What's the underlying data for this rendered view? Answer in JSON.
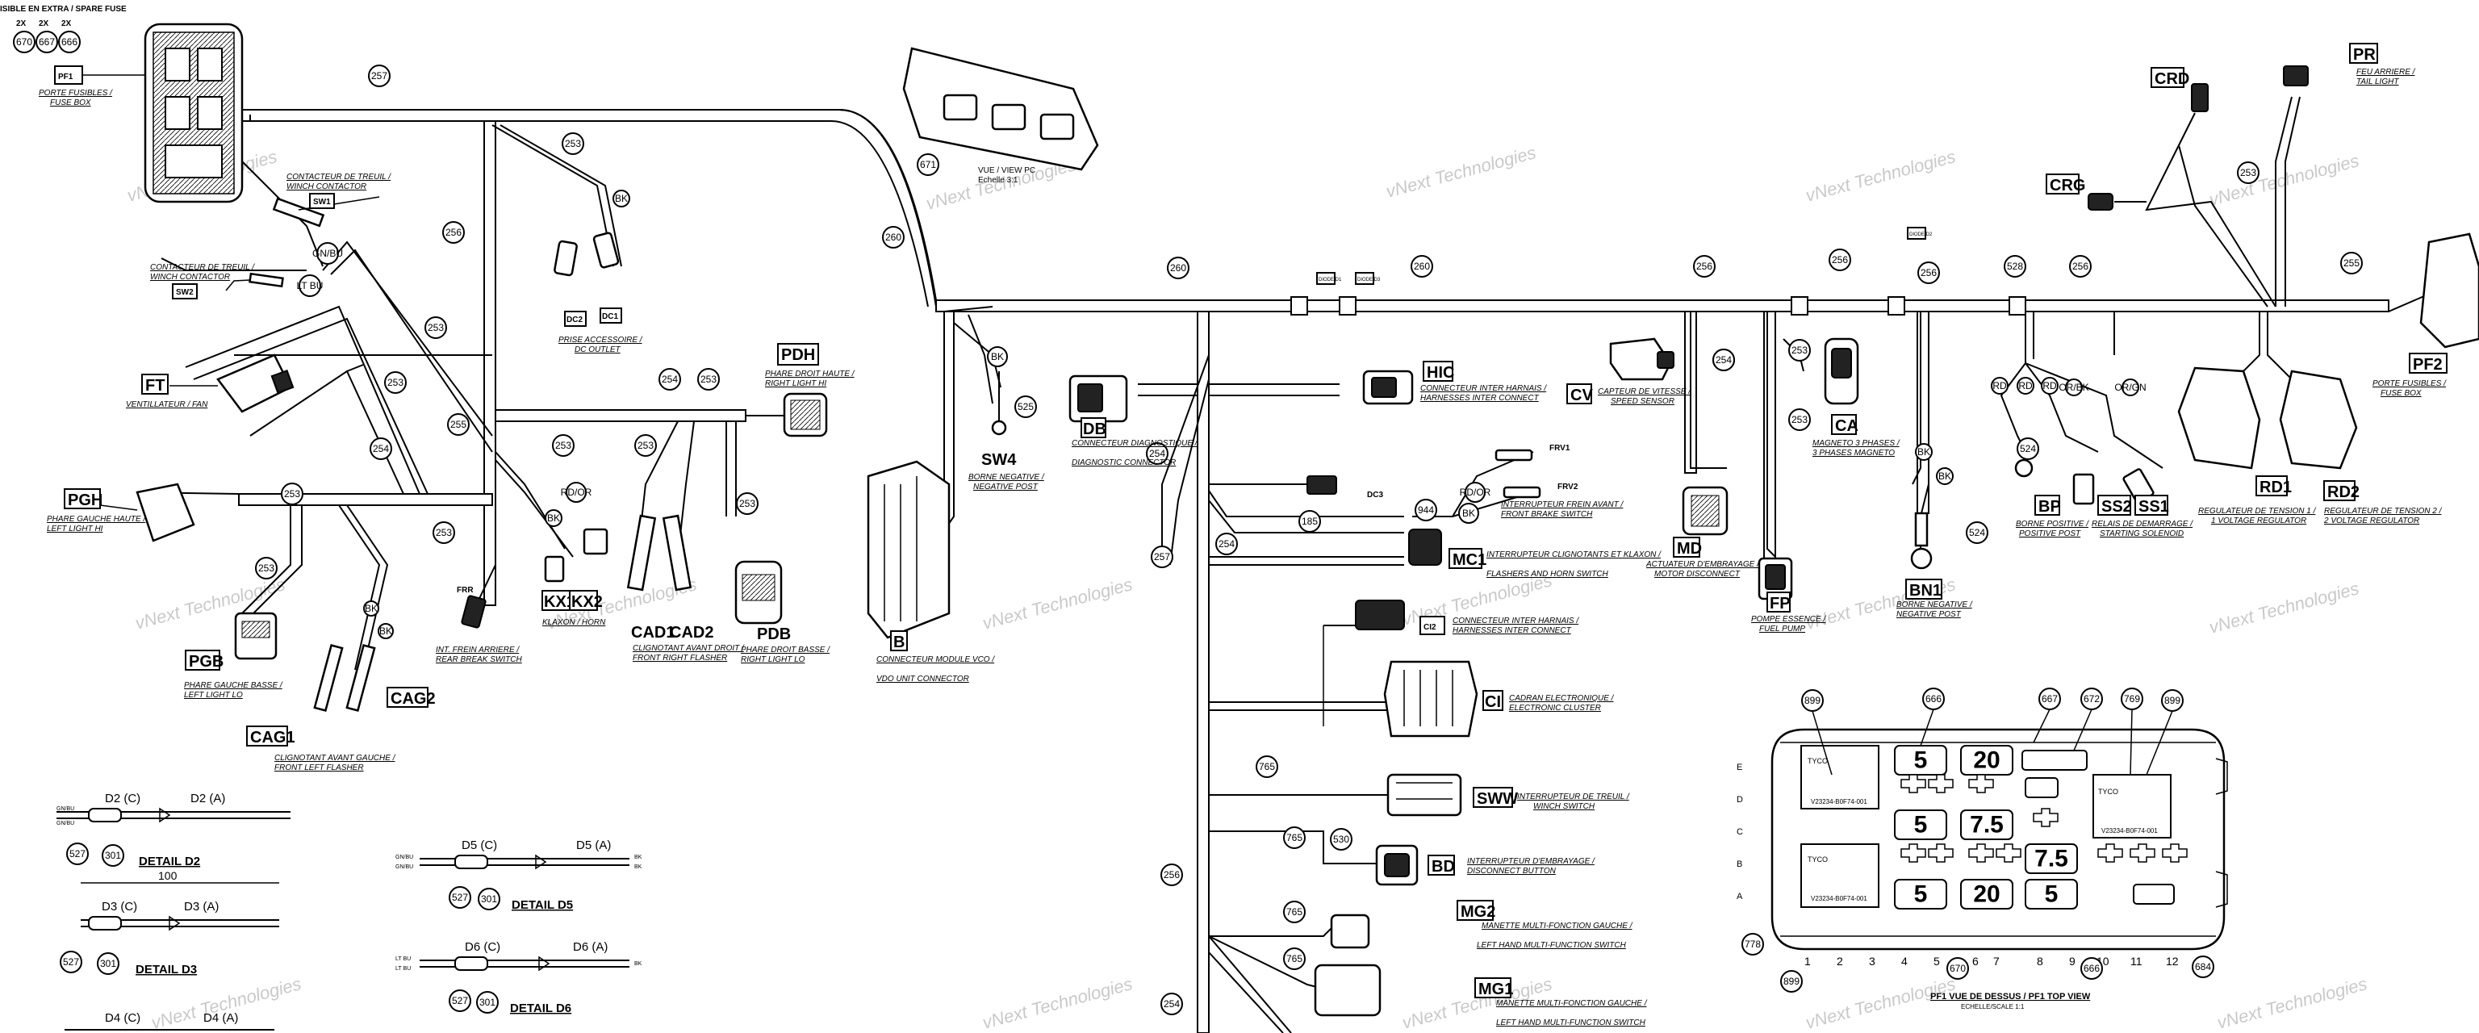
{
  "colors": {
    "line": "#000000",
    "watermark": "#c9c9c9",
    "background": "#ffffff"
  },
  "top_left": {
    "spare_note": "ISIBLE EN EXTRA / SPARE FUSE",
    "qty": [
      "2X",
      "2X",
      "2X"
    ],
    "refs": [
      "670",
      "667",
      "666"
    ]
  },
  "watermark": {
    "text": "vNext Technologies"
  },
  "splices": [
    "257",
    "253",
    "256",
    "253",
    "253",
    "253",
    "254",
    "253",
    "255",
    "253",
    "254",
    "253",
    "253",
    "253",
    "253",
    "260",
    "260",
    "260",
    "256",
    "256",
    "256",
    "528",
    "256",
    "255",
    "253",
    "254",
    "253",
    "257",
    "254",
    "254",
    "185",
    "944",
    "765",
    "765",
    "530",
    "765",
    "765",
    "256",
    "254",
    "253",
    "254",
    "525",
    "524",
    "524",
    "671"
  ],
  "wire_colors": [
    "BK",
    "BK",
    "BK",
    "BK",
    "RD",
    "RD",
    "RD",
    "GN/BU",
    "LT BU",
    "RD/OR",
    "BK",
    "RD/OR",
    "BK",
    "OR/BK",
    "OR/GN",
    "BK",
    "BK"
  ],
  "diodes": {
    "d1": "DIODE D1",
    "d3": "DIODE D3",
    "d2": "DIODE D2"
  },
  "components": [
    {
      "code": "PF1",
      "fr": "PORTE FUSIBLES /",
      "en": "FUSE BOX"
    },
    {
      "code": "SW1",
      "fr": "CONTACTEUR DE TREUIL /",
      "en": "WINCH CONTACTOR"
    },
    {
      "code": "SW2",
      "fr": "CONTACTEUR DE TREUIL /",
      "en": "WINCH CONTACTOR"
    },
    {
      "code": "FT",
      "fr": "",
      "en": "VENTILLATEUR / FAN"
    },
    {
      "code": "PGH",
      "fr": "PHARE GAUCHE HAUTE /",
      "en": "LEFT LIGHT HI"
    },
    {
      "code": "PGB",
      "fr": "PHARE GAUCHE BASSE /",
      "en": "LEFT LIGHT LO"
    },
    {
      "code": "CAG1",
      "fr": "CLIGNOTANT AVANT GAUCHE /",
      "en": "FRONT LEFT FLASHER"
    },
    {
      "code": "CAG2",
      "fr": "",
      "en": ""
    },
    {
      "code": "DC2",
      "fr": "",
      "en": ""
    },
    {
      "code": "DC1",
      "fr": "PRISE ACCESSOIRE /",
      "en": "DC OUTLET"
    },
    {
      "code": "FRR",
      "fr": "INT. FREIN ARRIERE /",
      "en": "REAR BREAK SWITCH"
    },
    {
      "code": "KX1",
      "fr": "",
      "en": ""
    },
    {
      "code": "KX2",
      "fr": "KLAXON / HORN",
      "en": ""
    },
    {
      "code": "CAD1",
      "fr": "",
      "en": ""
    },
    {
      "code": "CAD2",
      "fr": "CLIGNOTANT AVANT DROIT /",
      "en": "FRONT RIGHT FLASHER"
    },
    {
      "code": "PDH",
      "fr": "PHARE DROIT HAUTE /",
      "en": "RIGHT LIGHT HI"
    },
    {
      "code": "PDB",
      "fr": "PHARE DROIT BASSE /",
      "en": "RIGHT LIGHT LO"
    },
    {
      "code": "SW4",
      "fr": "BORNE NEGATIVE /",
      "en": "NEGATIVE POST"
    },
    {
      "code": "B",
      "fr": "CONNECTEUR MODULE VCO /",
      "en": "VDO UNIT CONNECTOR"
    },
    {
      "code": "DB",
      "fr": "CONNECTEUR DIAGNOSTIQUE /",
      "en": "DIAGNOSTIC CONNECTOR"
    },
    {
      "code": "HIC",
      "fr": "CONNECTEUR INTER HARNAIS /",
      "en": "HARNESSES INTER CONNECT"
    },
    {
      "code": "DC3",
      "fr": "",
      "en": ""
    },
    {
      "code": "FRV1",
      "fr": "",
      "en": ""
    },
    {
      "code": "FRV2",
      "fr": "INTERRUPTEUR FREIN AVANT /",
      "en": "FRONT BRAKE SWITCH"
    },
    {
      "code": "MC1",
      "fr": "INTERRUPTEUR CLIGNOTANTS ET KLAXON /",
      "en": "FLASHERS AND HORN SWITCH"
    },
    {
      "code": "CI2",
      "fr": "CONNECTEUR INTER HARNAIS /",
      "en": "HARNESSES INTER CONNECT"
    },
    {
      "code": "CI",
      "fr": "CADRAN ELECTRONIQUE /",
      "en": "ELECTRONIC CLUSTER"
    },
    {
      "code": "SWW",
      "fr": "INTERRUPTEUR DE TREUIL /",
      "en": "WINCH SWITCH"
    },
    {
      "code": "BD",
      "fr": "INTERRUPTEUR D'EMBRAYAGE /",
      "en": "DISCONNECT BUTTON"
    },
    {
      "code": "MG2",
      "fr": "MANETTE MULTI-FONCTION GAUCHE /",
      "en": "LEFT HAND MULTI-FUNCTION SWITCH"
    },
    {
      "code": "MG1",
      "fr": "MANETTE MULTI-FONCTION GAUCHE /",
      "en": "LEFT HAND MULTI-FUNCTION SWITCH"
    },
    {
      "code": "CV",
      "fr": "CAPTEUR DE VITESSE /",
      "en": "SPEED SENSOR"
    },
    {
      "code": "MD",
      "fr": "ACTUATEUR D'EMBRAYAGE /",
      "en": "MOTOR DISCONNECT"
    },
    {
      "code": "FP",
      "fr": "POMPE ESSENCE /",
      "en": "FUEL PUMP"
    },
    {
      "code": "CA",
      "fr": "MAGNETO 3 PHASES /",
      "en": "3 PHASES MAGNETO"
    },
    {
      "code": "BN1",
      "fr": "BORNE NEGATIVE /",
      "en": "NEGATIVE POST"
    },
    {
      "code": "BP",
      "fr": "BORNE POSITIVE /",
      "en": "POSITIVE POST"
    },
    {
      "code": "SS2",
      "fr": "RELAIS DE DEMARRAGE /",
      "en": "STARTING SOLENOID"
    },
    {
      "code": "SS1",
      "fr": "",
      "en": ""
    },
    {
      "code": "CRD",
      "fr": "",
      "en": ""
    },
    {
      "code": "CRG",
      "fr": "",
      "en": ""
    },
    {
      "code": "PR",
      "fr": "FEU ARRIERE /",
      "en": "TAIL LIGHT"
    },
    {
      "code": "PF2",
      "fr": "PORTE FUSIBLES /",
      "en": "FUSE BOX"
    },
    {
      "code": "RD1",
      "fr": "REGULATEUR DE TENSION 1 /",
      "en": "1 VOLTAGE REGULATOR"
    },
    {
      "code": "RD2",
      "fr": "REGULATEUR DE TENSION 2 /",
      "en": "2 VOLTAGE REGULATOR"
    }
  ],
  "view_note": {
    "l1": "VUE / VIEW PC",
    "l2": "Echelle 3:1"
  },
  "details": [
    {
      "title": "DETAIL D2",
      "left": "D2 (C)",
      "right": "D2 (A)",
      "refs": [
        "527",
        "301"
      ],
      "wires_l": [
        "GN/BU",
        "GN/BU"
      ],
      "wires_r": []
    },
    {
      "title": "DETAIL D3",
      "left": "D3 (C)",
      "right": "D3 (A)",
      "refs": [
        "527",
        "301"
      ],
      "dim": "100",
      "wires_l": [],
      "wires_r": []
    },
    {
      "title": "DETAIL D5",
      "left": "D5 (C)",
      "right": "D5 (A)",
      "refs": [
        "527",
        "301"
      ],
      "wires_l": [
        "GN/BU",
        "GN/BU"
      ],
      "wires_r": [
        "BK",
        "BK"
      ]
    },
    {
      "title": "DETAIL D6",
      "left": "D6 (C)",
      "right": "D6 (A)",
      "refs": [
        "527",
        "301"
      ],
      "wires_l": [
        "LT BU",
        "LT BU"
      ],
      "wires_r": [
        "BK"
      ]
    },
    {
      "title": "",
      "left": "D4 (C)",
      "right": "D4 (A)",
      "refs": [],
      "wires_l": [],
      "wires_r": []
    }
  ],
  "fusebox": {
    "title": "PF1 VUE DE DESSUS / PF1 TOP VIEW",
    "scale": "ECHELLE/SCALE 1:1",
    "relay_brand": "TYCO",
    "relay_part": "V23234-B0F74-001",
    "rows": [
      "E",
      "D",
      "C",
      "B",
      "A"
    ],
    "cols": [
      "1",
      "2",
      "3",
      "4",
      "5",
      "6",
      "7",
      "8",
      "9",
      "10",
      "11",
      "12"
    ],
    "fuses": [
      "5",
      "20",
      "5",
      "7.5",
      "7.5",
      "5",
      "20",
      "5"
    ],
    "callouts_top": [
      "899",
      "666",
      "667",
      "672",
      "769",
      "899"
    ],
    "callouts_bottom": [
      "778",
      "899",
      "670",
      "666",
      "684"
    ]
  }
}
